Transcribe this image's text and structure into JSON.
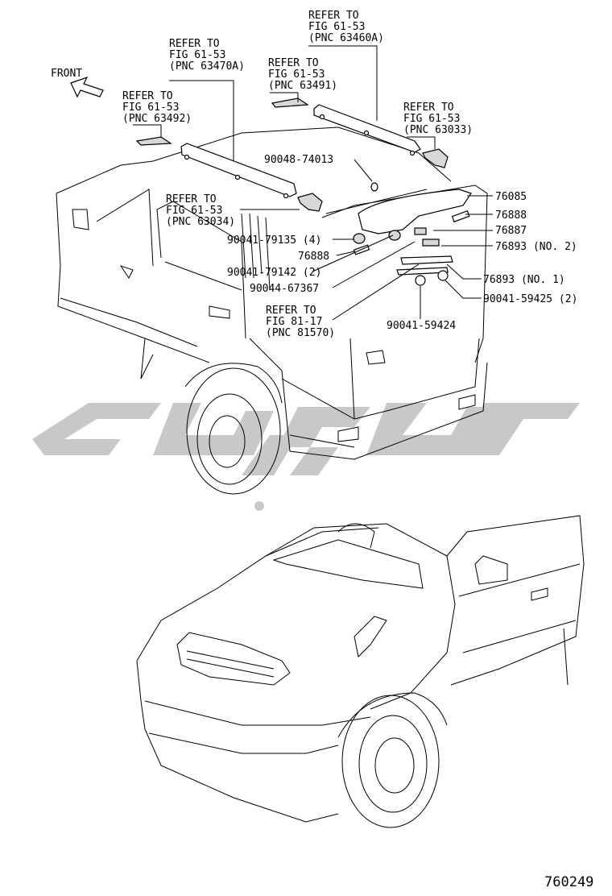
{
  "direction": {
    "front_label": "FRONT"
  },
  "callouts": {
    "ref_63460a": [
      "REFER TO",
      "FIG 61-53",
      "(PNC 63460A)"
    ],
    "ref_63470a": [
      "REFER TO",
      "FIG 61-53",
      "(PNC 63470A)"
    ],
    "ref_63491": [
      "REFER TO",
      "FIG 61-53",
      "(PNC 63491)"
    ],
    "ref_63492": [
      "REFER TO",
      "FIG 61-53",
      "(PNC 63492)"
    ],
    "ref_63033": [
      "REFER TO",
      "FIG 61-53",
      "(PNC 63033)"
    ],
    "ref_63034": [
      "REFER TO",
      "FIG 61-53",
      "(PNC 63034)"
    ],
    "ref_81570": [
      "REFER TO",
      "FIG 81-17",
      "(PNC 81570)"
    ]
  },
  "parts": {
    "p90048_74013": "90048-74013",
    "p76085": "76085",
    "p76888_right": "76888",
    "p90041_79135": "90041-79135 (4)",
    "p76887": "76887",
    "p76888_left": "76888",
    "p76893_no2": "76893 (NO. 2)",
    "p90041_79142": "90041-79142 (2)",
    "p76893_no1": "76893 (NO. 1)",
    "p90044_67367": "90044-67367",
    "p90041_59425": "90041-59425 (2)",
    "p90041_59424": "90041-59424"
  },
  "illustration_number": "760249",
  "colors": {
    "line": "#000000",
    "watermark": "#c8c8c8",
    "background": "#ffffff"
  }
}
